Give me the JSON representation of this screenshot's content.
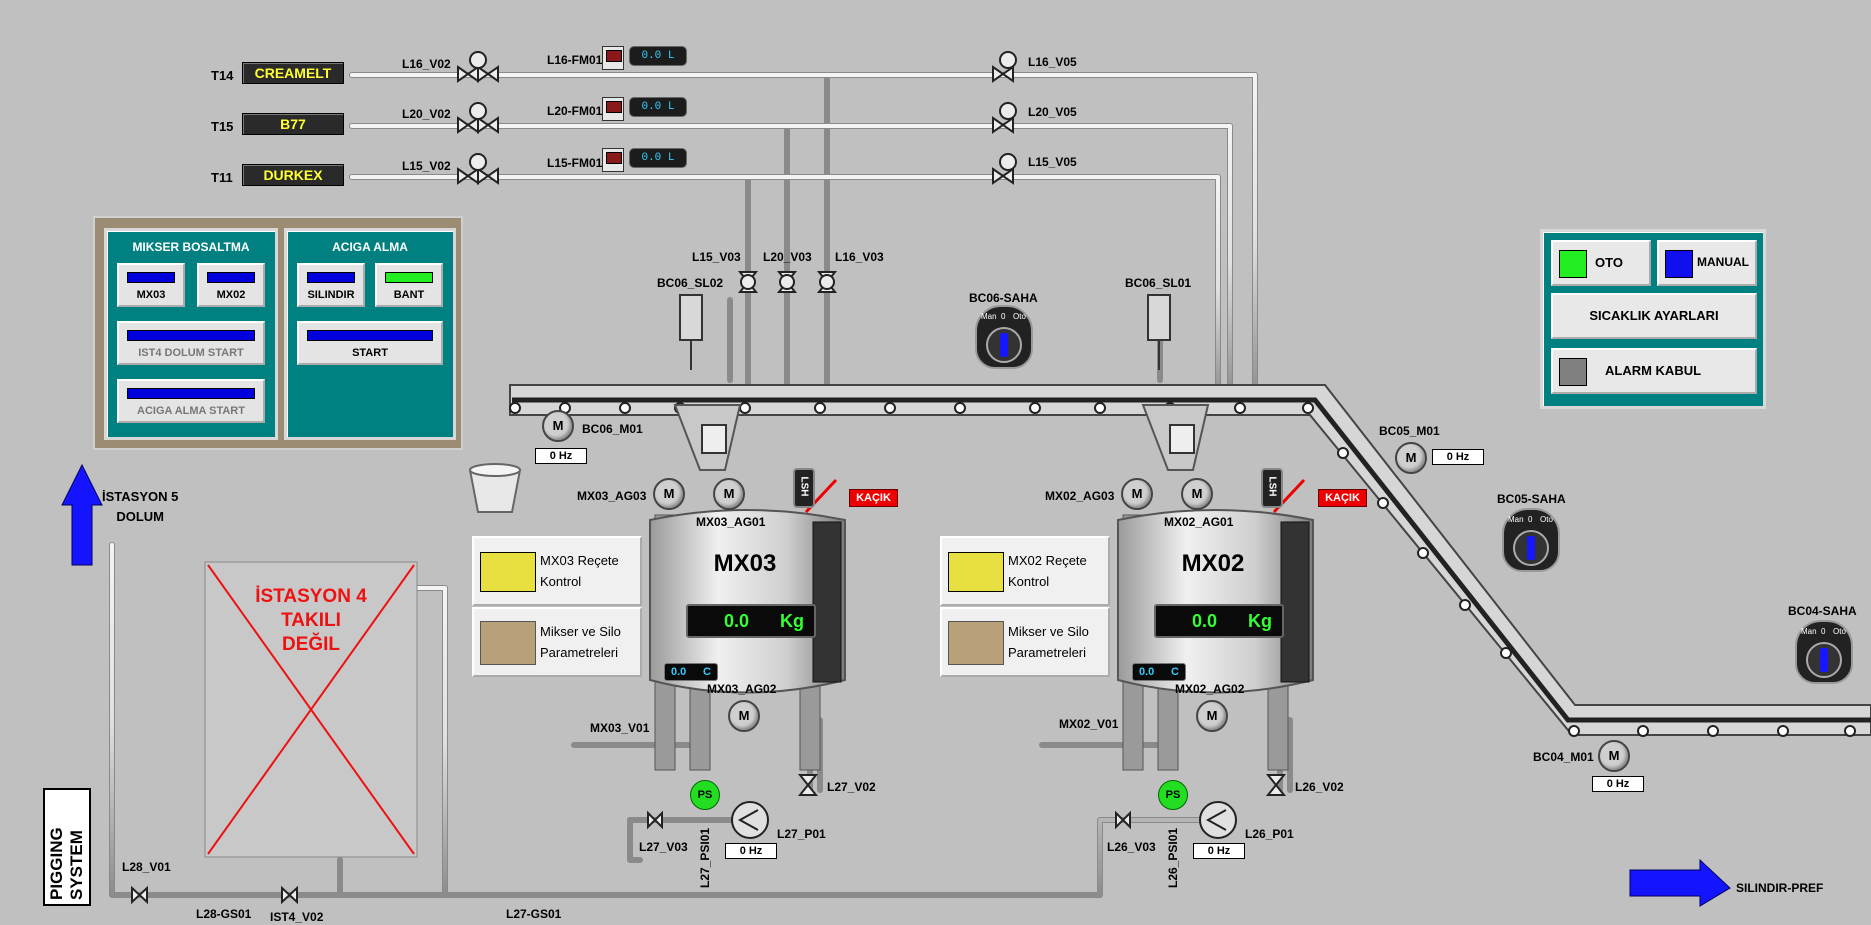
{
  "colors": {
    "background": "#c0c0c0",
    "panel": "#008080",
    "alarm": "#ee0000",
    "display_text": "#33ff33",
    "indicator_blue": "#0000dd",
    "auto_green": "#22ee22"
  },
  "materials": [
    {
      "tank": "T14",
      "name": "CREAMELT",
      "valve_in": "L16_V02",
      "flowmeter": "L16-FM01",
      "flow": "0.0 L",
      "valve_out": "L16_V05"
    },
    {
      "tank": "T15",
      "name": "B77",
      "valve_in": "L20_V02",
      "flowmeter": "L20-FM01",
      "flow": "0.0 L",
      "valve_out": "L20_V05"
    },
    {
      "tank": "T11",
      "name": "DURKEX",
      "valve_in": "L15_V02",
      "flowmeter": "L15-FM01",
      "flow": "0.0 L",
      "valve_out": "L15_V05"
    }
  ],
  "mid_valves": [
    "L15_V03",
    "L20_V03",
    "L16_V03"
  ],
  "left_panel": {
    "mikser": {
      "title": "MIKSER BOSALTMA",
      "btn_mx03": "MX03",
      "btn_mx02": "MX02",
      "btn_ist4": "IST4 DOLUM START",
      "btn_aciga": "ACIGA ALMA START"
    },
    "aciga": {
      "title": "ACIGA ALMA",
      "btn_silindir": "SILINDIR",
      "btn_bant": "BANT",
      "btn_start": "START"
    }
  },
  "right_panel": {
    "oto": "OTO",
    "manual": "MANUAL",
    "sicaklik": "SICAKLIK AYARLARI",
    "alarm": "ALARM KABUL"
  },
  "conveyor": {
    "sl02": "BC06_SL02",
    "sl01": "BC06_SL01",
    "bc06_saha": "BC06-SAHA",
    "bc06_motor": "BC06_M01",
    "bc06_hz": "0 Hz",
    "bc05_motor": "BC05_M01",
    "bc05_hz": "0 Hz",
    "bc05_saha": "BC05-SAHA",
    "bc04_saha": "BC04-SAHA",
    "bc04_motor": "BC04_M01",
    "bc04_hz": "0 Hz"
  },
  "selector_labels": {
    "man": "Man",
    "zero": "0",
    "oto": "Oto"
  },
  "mx03": {
    "name": "MX03",
    "ag03": "MX03_AG03",
    "ag01": "MX03_AG01",
    "ag02": "MX03_AG02",
    "weight": "0.0",
    "unit": "Kg",
    "temp": "0.0",
    "temp_unit": "C",
    "recete1": "MX03 Reçete",
    "recete2": "Kontrol",
    "param1": "Mikser ve Silo",
    "param2": "Parametreleri",
    "kacik": "KAÇIK",
    "lsh": "LSH",
    "v01": "MX03_V01",
    "v02": "L27_V02",
    "v03": "L27_V03",
    "p01": "L27_P01",
    "p_hz": "0 Hz",
    "psi": "L27_PSI01",
    "ps": "PS"
  },
  "mx02": {
    "name": "MX02",
    "ag03": "MX02_AG03",
    "ag01": "MX02_AG01",
    "ag02": "MX02_AG02",
    "weight": "0.0",
    "unit": "Kg",
    "temp": "0.0",
    "temp_unit": "C",
    "recete1": "MX02 Reçete",
    "recete2": "Kontrol",
    "param1": "Mikser ve Silo",
    "param2": "Parametreleri",
    "kacik": "KAÇIK",
    "lsh": "LSH",
    "v01": "MX02_V01",
    "v02": "L26_V02",
    "v03": "L26_V03",
    "p01": "L26_P01",
    "p_hz": "0 Hz",
    "psi": "L26_PSI01",
    "ps": "PS"
  },
  "motor_glyph": "M",
  "istasyon5": {
    "line1": "İSTASYON 5",
    "line2": "DOLUM"
  },
  "istasyon4": {
    "line1": "İSTASYON 4",
    "line2": "TAKILI",
    "line3": "DEĞIL"
  },
  "pigging": "PIGGING SYSTEM",
  "bottom": {
    "l28_v01": "L28_V01",
    "l28_gs01": "L28-GS01",
    "ist4_v02": "IST4_V02",
    "l27_gs01": "L27-GS01",
    "silindir_pref": "SILINDIR-PREF"
  }
}
